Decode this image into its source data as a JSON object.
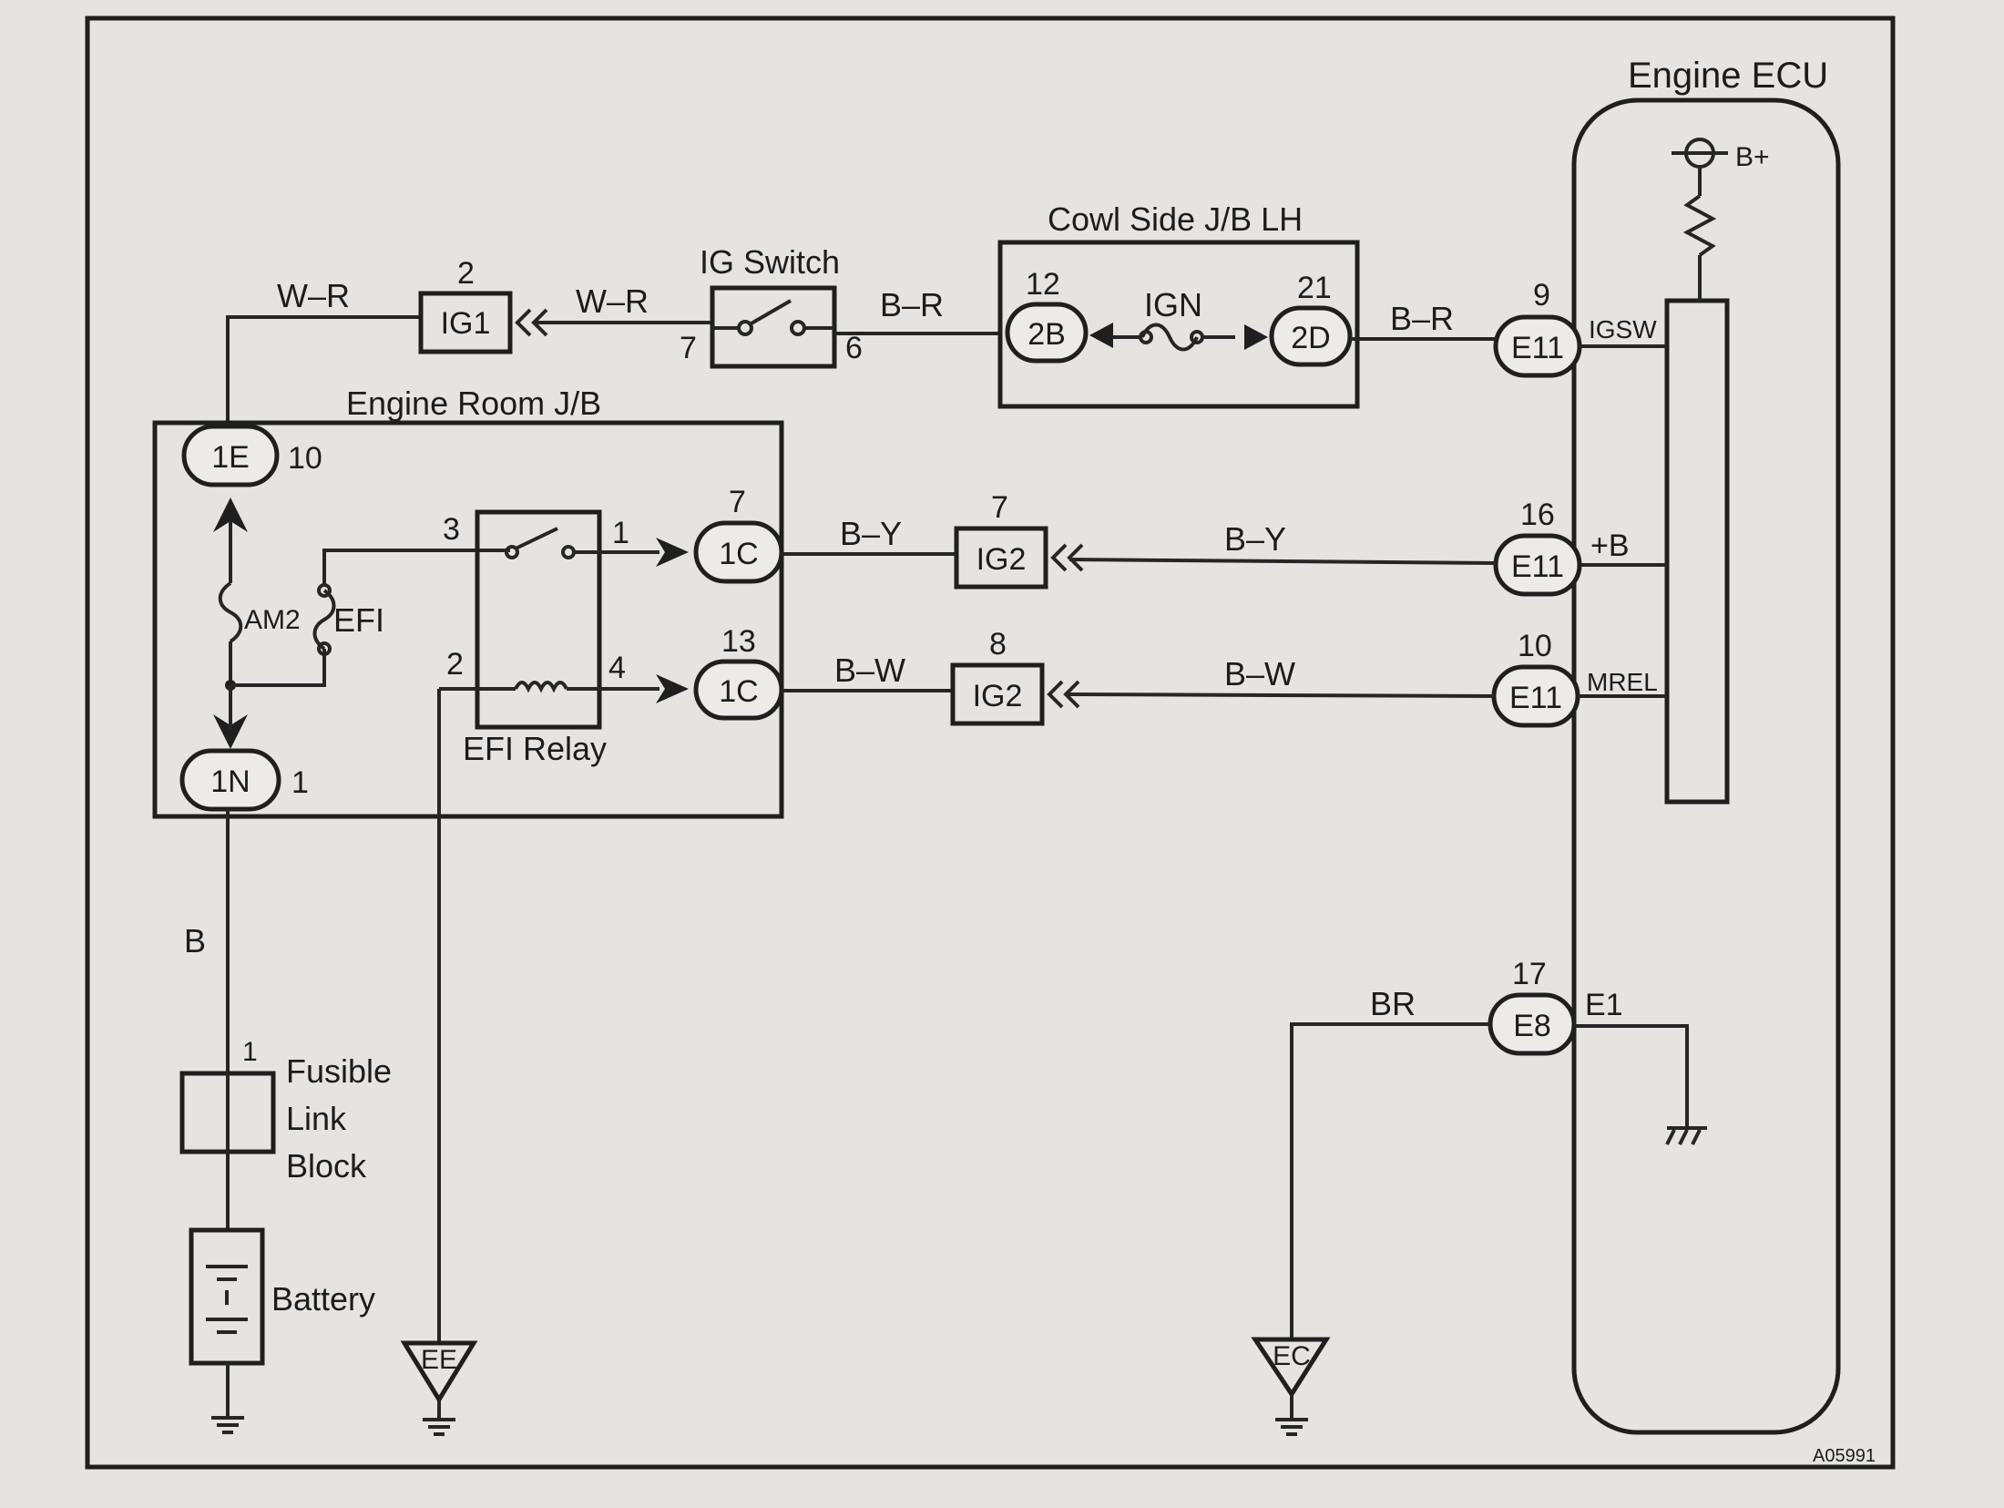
{
  "engine_ecu": {
    "title": "Engine ECU",
    "supply": "B+",
    "terminals": [
      {
        "pin": "9",
        "connector": "E11",
        "name": "IGSW"
      },
      {
        "pin": "16",
        "connector": "E11",
        "name": "+B"
      },
      {
        "pin": "10",
        "connector": "E11",
        "name": "MREL"
      },
      {
        "pin": "17",
        "connector": "E8",
        "name": "E1"
      }
    ]
  },
  "cowl_jb": {
    "title": "Cowl Side J/B LH",
    "left": {
      "pin": "12",
      "connector": "2B"
    },
    "right": {
      "pin": "21",
      "connector": "2D"
    },
    "fuse": "IGN"
  },
  "ig_switch": {
    "title": "IG Switch",
    "pin_in": "7",
    "pin_out": "6"
  },
  "ig1": {
    "pin": "2",
    "label": "IG1"
  },
  "engine_room_jb": {
    "title": "Engine Room J/B",
    "top_conn": {
      "connector": "1E",
      "pin": "10"
    },
    "bottom_conn": {
      "connector": "1N",
      "pin": "1"
    },
    "fuse_am2": "AM2",
    "fuse_efi": "EFI",
    "relay": {
      "title": "EFI Relay",
      "pins": [
        "3",
        "1",
        "2",
        "4"
      ]
    },
    "out_upper": {
      "pin": "7",
      "connector": "1C"
    },
    "out_lower": {
      "pin": "13",
      "connector": "1C"
    }
  },
  "ig2_upper": {
    "pin": "7",
    "label": "IG2"
  },
  "ig2_lower": {
    "pin": "8",
    "label": "IG2"
  },
  "wires": {
    "wr_left": "W–R",
    "wr_right": "W–R",
    "br_left": "B–R",
    "br_right": "B–R",
    "by_left": "B–Y",
    "by_right": "B–Y",
    "bw_left": "B–W",
    "bw_right": "B–W",
    "b": "B",
    "brown": "BR"
  },
  "fusible_link": {
    "pin": "1",
    "lines": [
      "Fusible",
      "Link",
      "Block"
    ]
  },
  "battery": "Battery",
  "grounds": {
    "ee": "EE",
    "ec": "EC"
  },
  "figure_code": "A05991"
}
